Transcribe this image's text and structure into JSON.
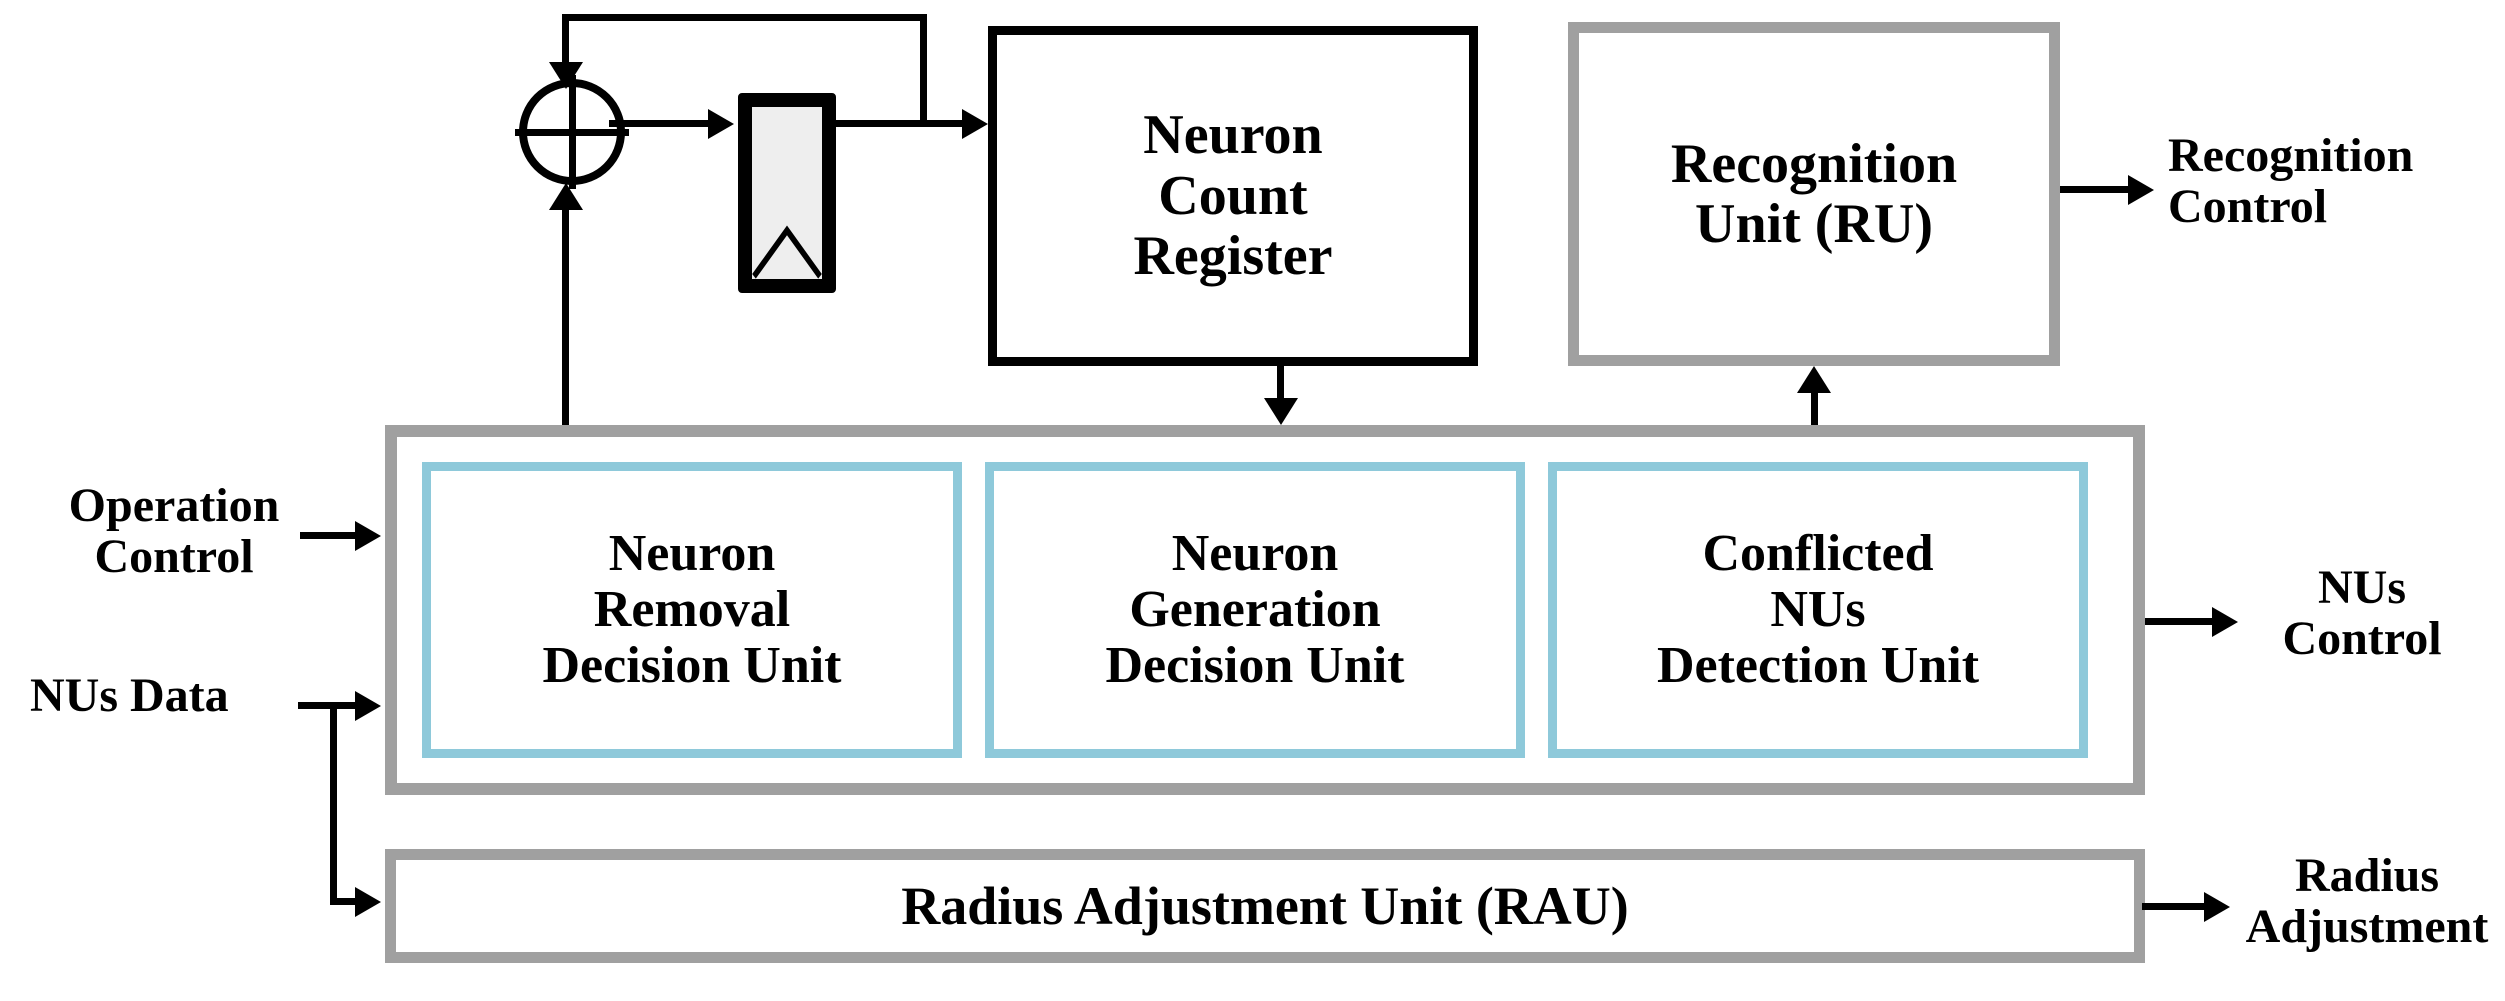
{
  "diagram": {
    "title": "Neuron management architecture block diagram",
    "colors": {
      "black": "#000000",
      "gray_border": "#a0a0a0",
      "blue_border": "#8ec9da",
      "register_fill": "#eeeeee",
      "background": "#ffffff"
    }
  },
  "blocks": {
    "neuron_count_register": {
      "label": "Neuron\nCount\nRegister",
      "style": "black-border"
    },
    "recognition_unit": {
      "label": "Recognition\nUnit (RU)",
      "style": "gray-border"
    },
    "neuron_removal": {
      "label": "Neuron\nRemoval\nDecision Unit",
      "style": "blue-border"
    },
    "neuron_generation": {
      "label": "Neuron\nGeneration\nDecision Unit",
      "style": "blue-border"
    },
    "conflicted_nus": {
      "label": "Conflicted\nNUs\nDetection Unit",
      "style": "blue-border"
    },
    "radius_adjustment_unit": {
      "label": "Radius Adjustment Unit (RAU)",
      "style": "gray-border"
    }
  },
  "symbols": {
    "adder": {
      "name": "adder",
      "glyph": "circle-plus"
    },
    "register": {
      "name": "register",
      "glyph": "clocked-register"
    }
  },
  "io_labels": {
    "operation_control": "Operation\nControl",
    "nus_data": "NUs Data",
    "recognition_control": "Recognition\nControl",
    "nus_control": "NUs\nControl",
    "radius_adjustment": "Radius\nAdjustment"
  }
}
